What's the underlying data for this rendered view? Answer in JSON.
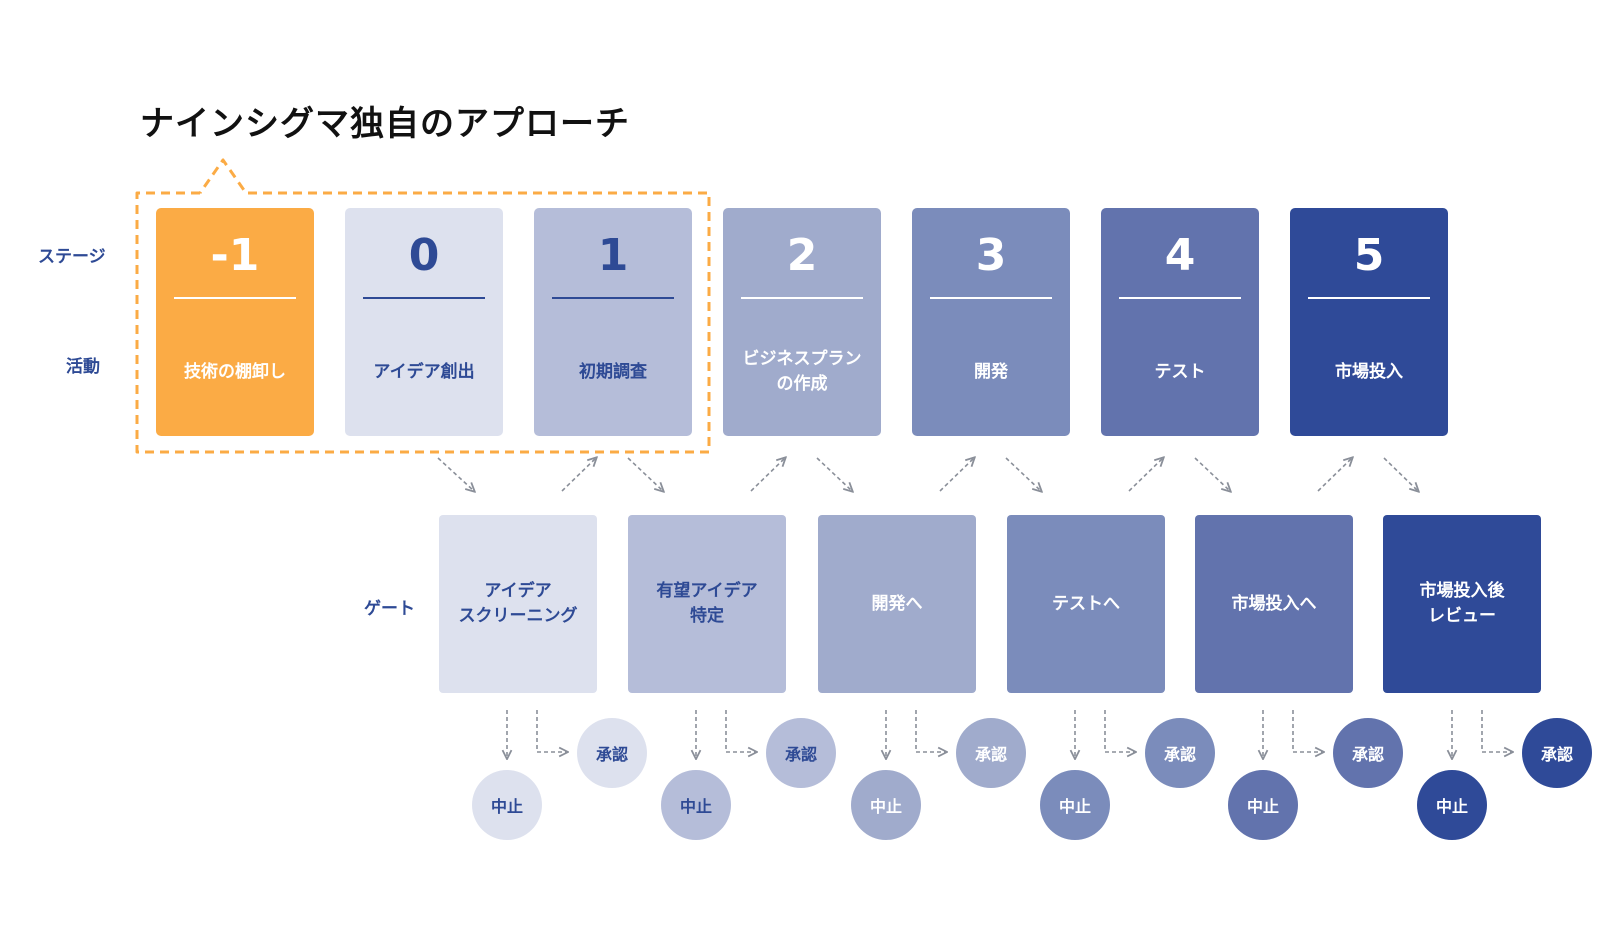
{
  "title": "ナインシグマ独自のアプローチ",
  "labels": {
    "stage": "ステージ",
    "activity": "活動",
    "gate": "ゲート"
  },
  "stages": [
    {
      "num": "-1",
      "activity": "技術の棚卸し",
      "bg": "#fbab45",
      "fg": "#ffffff"
    },
    {
      "num": "0",
      "activity": "アイデア創出",
      "bg": "#dde1ee",
      "fg": "#2e4a95"
    },
    {
      "num": "1",
      "activity": "初期調査",
      "bg": "#b5bdd9",
      "fg": "#2e4a95"
    },
    {
      "num": "2",
      "activity": "ビジネスプラン\nの作成",
      "bg": "#a0abcc",
      "fg": "#ffffff"
    },
    {
      "num": "3",
      "activity": "開発",
      "bg": "#7b8cbb",
      "fg": "#ffffff"
    },
    {
      "num": "4",
      "activity": "テスト",
      "bg": "#6273ad",
      "fg": "#ffffff"
    },
    {
      "num": "5",
      "activity": "市場投入",
      "bg": "#2f4a98",
      "fg": "#ffffff"
    }
  ],
  "gates": [
    {
      "label": "アイデア\nスクリーニング",
      "bg": "#dde1ee",
      "fg": "#2e4a95"
    },
    {
      "label": "有望アイデア\n特定",
      "bg": "#b5bdd9",
      "fg": "#2e4a95"
    },
    {
      "label": "開発へ",
      "bg": "#a0abcc",
      "fg": "#ffffff"
    },
    {
      "label": "テストへ",
      "bg": "#7b8cbb",
      "fg": "#ffffff"
    },
    {
      "label": "市場投入へ",
      "bg": "#6273ad",
      "fg": "#ffffff"
    },
    {
      "label": "市場投入後\nレビュー",
      "bg": "#2f4a98",
      "fg": "#ffffff"
    }
  ],
  "outcomes": {
    "approve": "承認",
    "stop": "中止"
  },
  "colors": {
    "highlight": "#fbab45",
    "arrow": "#8a8f99"
  }
}
